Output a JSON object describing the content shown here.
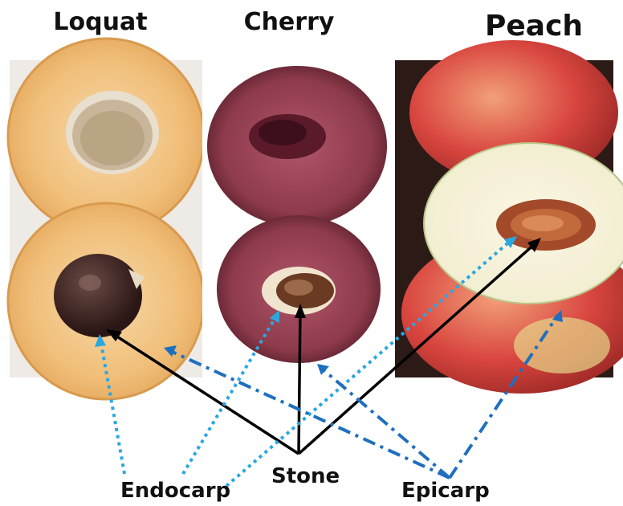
{
  "titles": {
    "loquat": "Loquat",
    "cherry": "Cherry",
    "peach": "Peach"
  },
  "labels": {
    "endocarp": "Endocarp",
    "stone": "Stone",
    "epicarp": "Epicarp"
  },
  "colors": {
    "endocarp_arrow": "#2aa7e0",
    "stone_arrow": "#000000",
    "epicarp_arrow": "#1f6fbf",
    "loquat_flesh": "#f2c283",
    "cherry_flesh": "#8e3b4c",
    "peach_skin": "#d9463f",
    "peach_flesh": "#f3efd2"
  }
}
